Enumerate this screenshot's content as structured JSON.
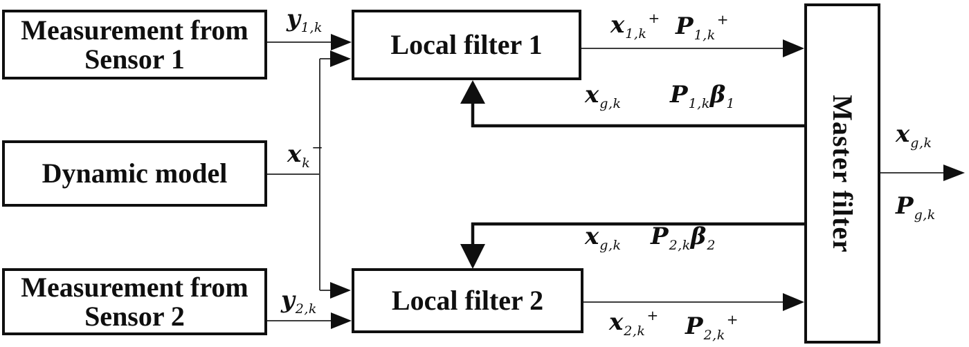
{
  "diagram": {
    "boxes": {
      "sensor1": {
        "line1": "Measurement from",
        "line2": "Sensor 1"
      },
      "dynamic_model": {
        "label": "Dynamic model"
      },
      "sensor2": {
        "line1": "Measurement from",
        "line2": "Sensor 2"
      },
      "local_filter1": {
        "label": "Local filter 1"
      },
      "local_filter2": {
        "label": "Local filter 2"
      },
      "master_filter": {
        "label": "Master filter"
      }
    },
    "signals": {
      "y1k": {
        "main": "y",
        "sub": "1,k"
      },
      "xk_prior": {
        "main": "x",
        "sub": "k",
        "sup": "−"
      },
      "y2k": {
        "main": "y",
        "sub": "2,k"
      },
      "x1k_post": {
        "main": "x",
        "sub": "1,k",
        "sup": "+"
      },
      "P1k_post": {
        "main": "P",
        "sub": "1,k",
        "sup": "+"
      },
      "xgk_to_lf1": {
        "main": "x",
        "sub": "g,k"
      },
      "P1k_beta1": {
        "main": "P",
        "sub": "1,k",
        "main2": "β",
        "sub2": "1"
      },
      "xgk_to_lf2": {
        "main": "x",
        "sub": "g,k"
      },
      "P2k_beta2": {
        "main": "P",
        "sub": "2,k",
        "main2": "β",
        "sub2": "2"
      },
      "x2k_post": {
        "main": "x",
        "sub": "2,k",
        "sup": "+"
      },
      "P2k_post": {
        "main": "P",
        "sub": "2,k",
        "sup": "+"
      },
      "xgk_out": {
        "main": "x",
        "sub": "g,k"
      },
      "Pgk_out": {
        "main": "P",
        "sub": "g,k"
      }
    },
    "colors": {
      "background": "#ffffff",
      "text": "#0f0f0f",
      "thick_line": "#0f0f0f",
      "thin_line": "#3c3c3c"
    }
  }
}
